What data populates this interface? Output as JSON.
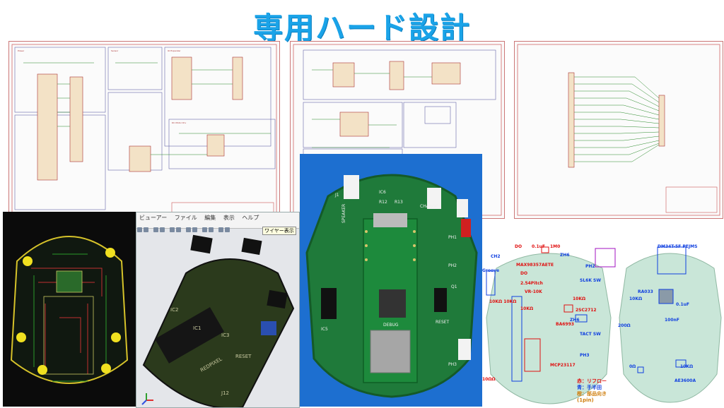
{
  "title": "専用ハード設計",
  "cad_window": {
    "title": "ビューアー",
    "menu": [
      "ファイル",
      "編集",
      "表示",
      "ヘルプ"
    ],
    "tooltip": "ワイヤー表示",
    "board_labels": [
      "REDPIXEL",
      "RESET",
      "IC3",
      "IC1",
      "IC2",
      "J12"
    ]
  },
  "photo": {
    "labels": [
      "SPEAKER",
      "CHARGE",
      "RESET",
      "DEBUG",
      "IC6",
      "IC5",
      "R12",
      "R13",
      "Q1",
      "J1",
      "PH1",
      "PH2",
      "PH3"
    ]
  },
  "layout_annotated": {
    "red_labels": [
      "DO",
      "0.1uF",
      "1M0",
      "MAX98357AETE",
      "DO",
      "2.54Pitch",
      "VR-10K",
      "10KΩ",
      "10KΩ 10KΩ",
      "10KΩ",
      "2SC2712",
      "BA6993",
      "MCP23117",
      "10ΩΩ"
    ],
    "blue_labels": [
      "CH2",
      "ZH6",
      "PH2",
      "SL6K SW",
      "TACT SW",
      "PH3",
      "ZH6",
      "Groove"
    ],
    "legend": [
      "赤：リフロー",
      "青：手半田",
      "橙：部品向き(1pin)"
    ]
  },
  "layout_back": {
    "labels": [
      "DM34T-5F PEJMS",
      "RA033",
      "10KΩ",
      "0.1uF",
      "100nF",
      "200Ω",
      "10KΩ",
      "AE3600A",
      "0Ω"
    ]
  }
}
